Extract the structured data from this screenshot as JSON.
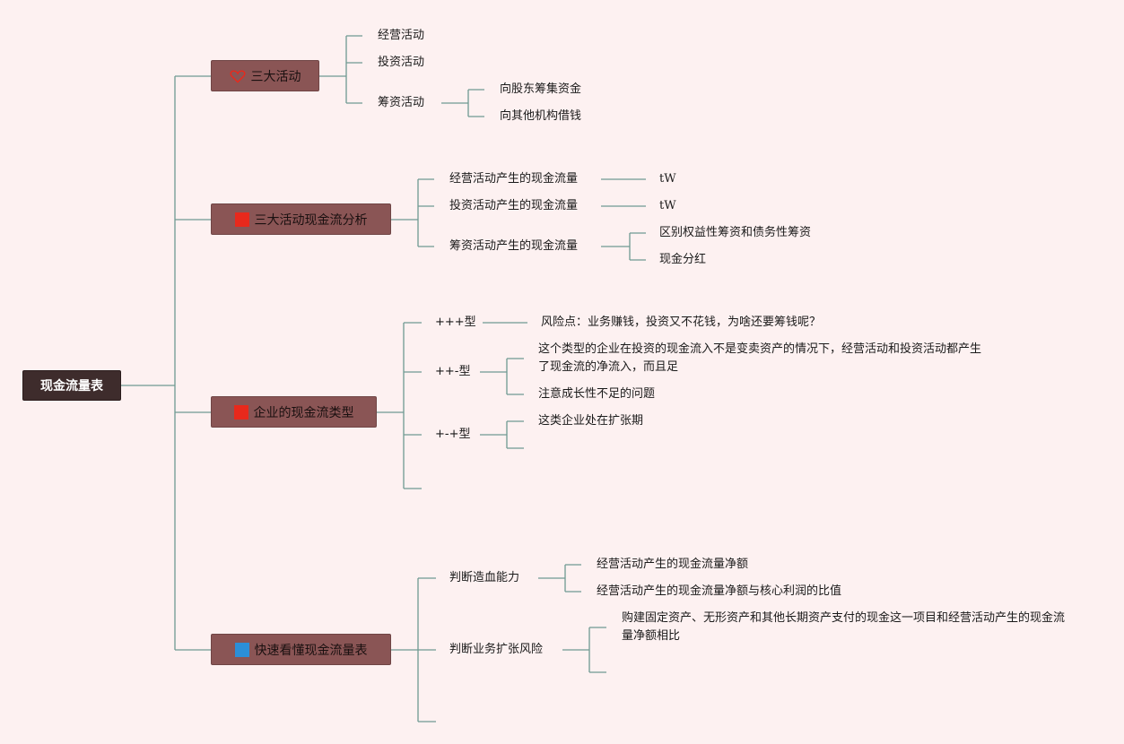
{
  "root": "现金流量表",
  "branches": {
    "b1": {
      "label": "三大活动",
      "icon": "heart-outline-icon",
      "items": {
        "i1": "经营活动",
        "i2": "投资活动",
        "i3": "筹资活动",
        "i3_children": [
          "向股东筹集资金",
          "向其他机构借钱"
        ]
      }
    },
    "b2": {
      "label": "三大活动现金流分析",
      "icon": "red-square-icon",
      "items": {
        "i1": "经营活动产生的现金流量",
        "i1_note": "tW",
        "i2": "投资活动产生的现金流量",
        "i2_note": "tW",
        "i3": "筹资活动产生的现金流量",
        "i3_children": [
          "区别权益性筹资和债务性筹资",
          "现金分红"
        ]
      }
    },
    "b3": {
      "label": "企业的现金流类型",
      "icon": "red-square-icon",
      "items": {
        "t1": "+++型",
        "t1_note": "风险点：业务赚钱，投资又不花钱，为啥还要筹钱呢？",
        "t2": "++-型",
        "t2_children": [
          "这个类型的企业在投资的现金流入不是变卖资产的情况下，经营活动和投资活动都产生了现金流的净流入，而且足",
          "注意成长性不足的问题"
        ],
        "t3": "+-+型",
        "t3_children": [
          "这类企业处在扩张期"
        ]
      }
    },
    "b4": {
      "label": "快速看懂现金流量表",
      "icon": "blue-square-icon",
      "items": {
        "j1": "判断造血能力",
        "j1_children": [
          "经营活动产生的现金流量净额",
          "经营活动产生的现金流量净额与核心利润的比值"
        ],
        "j2": "判断业务扩张风险",
        "j2_children": [
          "购建固定资产、无形资产和其他长期资产支付的现金这一项目和经营活动产生的现金流量净额相比"
        ]
      }
    }
  },
  "colors": {
    "background": "#fdf1f1",
    "connector": "#6f9a92",
    "box": "#8a5555",
    "root_box": "#3e2c2c",
    "red_icon": "#e8291c",
    "blue_icon": "#2b8fd8"
  }
}
